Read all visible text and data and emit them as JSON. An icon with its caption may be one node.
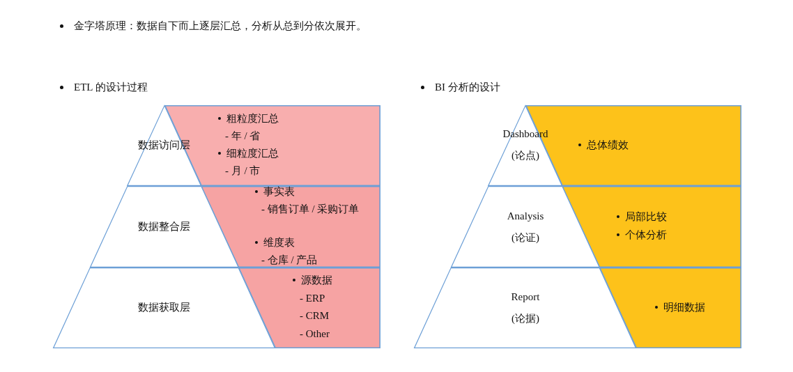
{
  "diagram": {
    "title": "金字塔原理：数据自下而上逐层汇总，分析从总到分依次展开。",
    "nodes": [
      {
        "text": [
          "数据访问层"
        ]
      },
      {
        "text": [
          "粗粒度汇总",
          "- 年 / 省",
          "细粒度汇总",
          "- 月 / 市"
        ]
      },
      {
        "text": [
          "数据整合层"
        ]
      },
      {
        "text": [
          "事实表",
          "- 销售订单 / 采购订单",
          "维度表",
          "- 仓库 / 产品"
        ]
      },
      {
        "text": [
          "数据获取层"
        ]
      },
      {
        "text": [
          "源数据",
          "- ERP",
          "- CRM",
          "- Other"
        ]
      },
      {
        "text": [
          "Dashboard",
          "(论点)"
        ]
      },
      {
        "text": [
          "总体绩效"
        ]
      },
      {
        "text": [
          "Analysis",
          "(论证)"
        ]
      },
      {
        "text": [
          "局部比较",
          "个体分析"
        ]
      },
      {
        "text": [
          "Report",
          "(论据)"
        ]
      },
      {
        "text": [
          "明细数据"
        ]
      }
    ],
    "edges": [],
    "labels": [
      "ETL 的设计过程",
      "BI 分析的设计"
    ]
  }
}
